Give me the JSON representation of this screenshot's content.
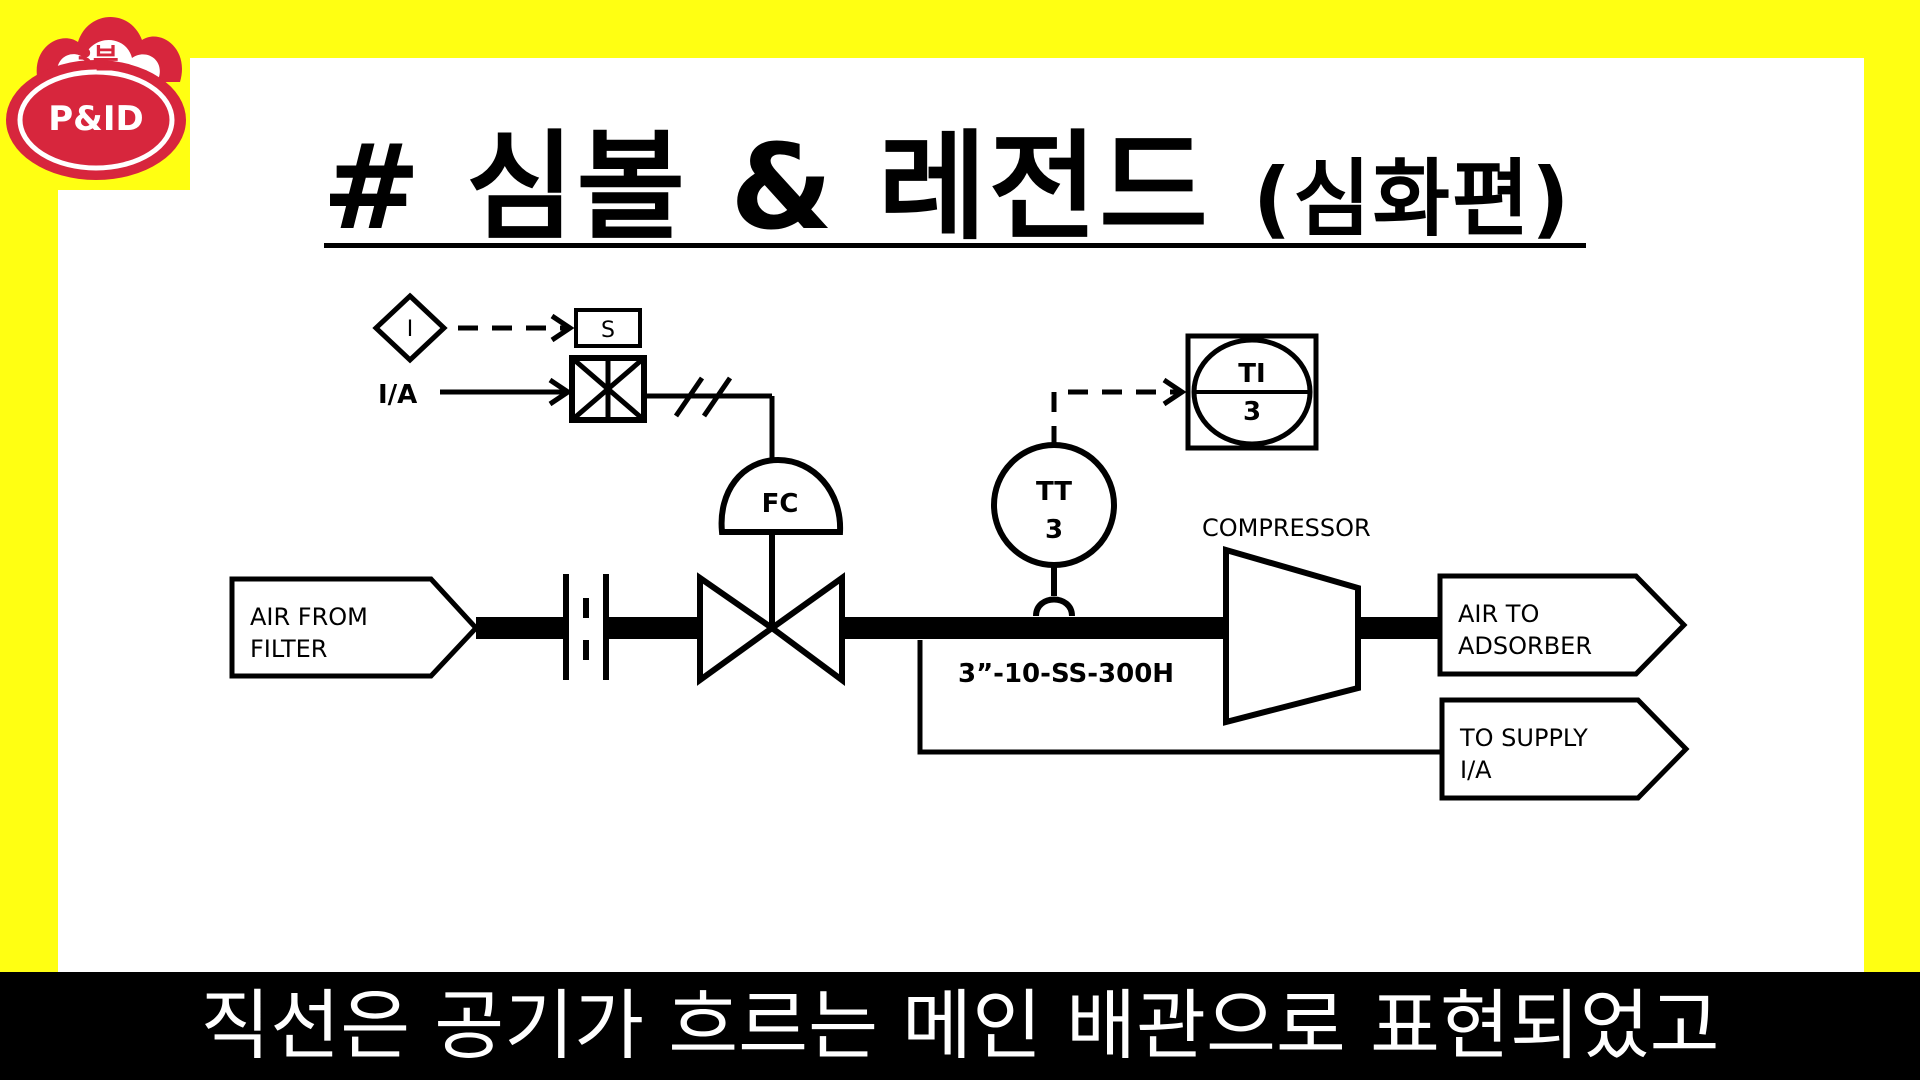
{
  "logo": {
    "top_text": "3분",
    "main_text": "P&ID",
    "color": "#D7263D"
  },
  "title": {
    "main": "# 심볼 & 레전드",
    "sub": "(심화편)"
  },
  "diagram": {
    "interlock_tag": "I",
    "solenoid_tag": "S",
    "instrument_air_label": "I/A",
    "control_valve_tag": "FC",
    "transmitter": {
      "tag": "TT",
      "loop": "3"
    },
    "indicator": {
      "tag": "TI",
      "loop": "3"
    },
    "compressor_label": "COMPRESSOR",
    "line_number": "3”-10-SS-300H",
    "offpage_in": {
      "line1": "AIR FROM",
      "line2": "FILTER"
    },
    "offpage_out_1": {
      "line1": "AIR TO",
      "line2": "ADSORBER"
    },
    "offpage_out_2": {
      "line1": "TO SUPPLY",
      "line2": "I/A"
    }
  },
  "subtitle": "직선은 공기가 흐르는 메인 배관으로 표현되었고",
  "colors": {
    "background": "#FFFF12",
    "panel": "#FFFFFF",
    "ink": "#000000",
    "subtitle_bar": "#000000"
  }
}
